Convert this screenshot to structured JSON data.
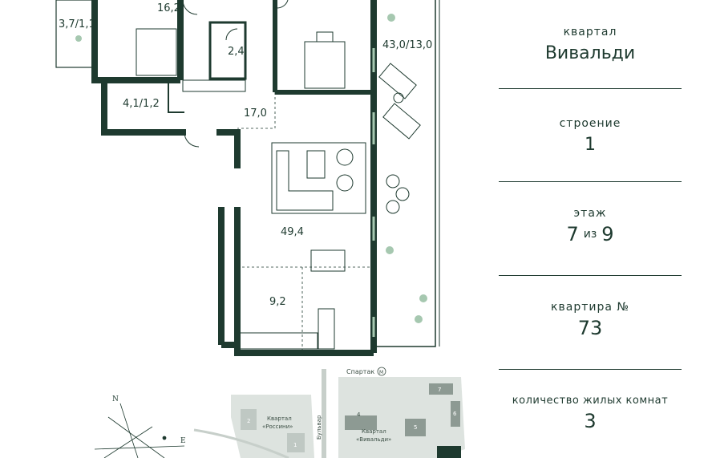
{
  "plan": {
    "rooms": {
      "bedroom_1": "16,2",
      "balcony": "3,7/1,1",
      "bath": "2,4",
      "hall": "4,1/1,2",
      "corridor": "17,0",
      "terrace": "43,0/13,0",
      "living": "49,4",
      "kitchen": "9,2"
    },
    "map": {
      "metro": "Спартак",
      "metro_badge": "М",
      "boulevard": "Бульвар",
      "quarter_left_1": "Квартал",
      "quarter_left_2": "«Россини»",
      "quarter_right_1": "Квартал",
      "quarter_right_2": "«Вивальди»",
      "building_numbers": [
        "2",
        "1",
        "4",
        "5",
        "7",
        "6"
      ]
    },
    "compass": {
      "north": "N",
      "east": "E"
    }
  },
  "info": {
    "quarter_label": "квартал",
    "quarter_value": "Вивальди",
    "building_label": "строение",
    "building_value": "1",
    "floor_label": "этаж",
    "floor_value": "7",
    "floor_of": "из",
    "floor_total": "9",
    "apartment_label": "квартира №",
    "apartment_value": "73",
    "rooms_label": "количество жилых комнат",
    "rooms_value": "3"
  },
  "colors": {
    "wall": "#1e3a2f",
    "accent": "#a6c8b0",
    "map_block": "#dde3df"
  }
}
